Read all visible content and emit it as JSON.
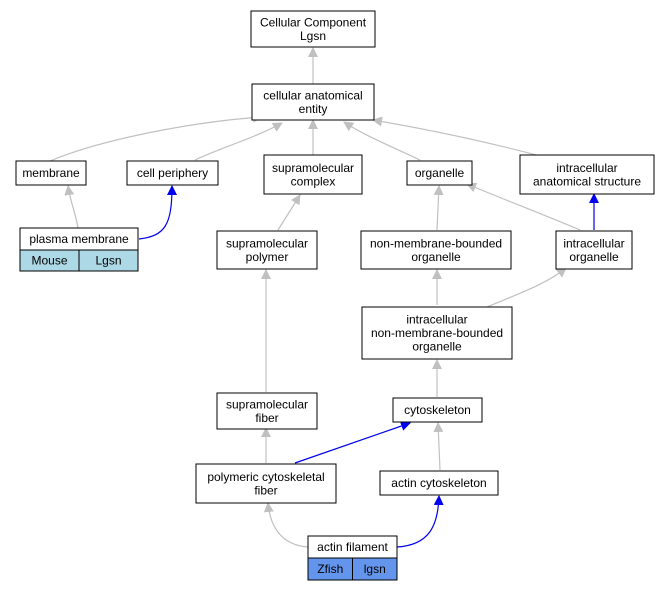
{
  "colors": {
    "gray_edge": "#c0c0c0",
    "blue_edge": "#0000ee",
    "mouse_cell": "#add8e6",
    "zfish_cell": "#6495ed"
  },
  "nodes": {
    "root": [
      "Cellular Component",
      "Lgsn"
    ],
    "anatomical": [
      "cellular anatomical",
      "entity"
    ],
    "membrane": [
      "membrane"
    ],
    "periphery": [
      "cell periphery"
    ],
    "supracomplex": [
      "supramolecular",
      "complex"
    ],
    "organelle": [
      "organelle"
    ],
    "intraanat": [
      "intracellular",
      "anatomical structure"
    ],
    "plasma": [
      "plasma membrane"
    ],
    "suprapolymer": [
      "supramolecular",
      "polymer"
    ],
    "nonmem": [
      "non-membrane-bounded",
      "organelle"
    ],
    "intraorg": [
      "intracellular",
      "organelle"
    ],
    "intranonmem": [
      "intracellular",
      "non-membrane-bounded",
      "organelle"
    ],
    "suprafiber": [
      "supramolecular",
      "fiber"
    ],
    "cytoskeleton": [
      "cytoskeleton"
    ],
    "polyfiber": [
      "polymeric cytoskeletal",
      "fiber"
    ],
    "actincyto": [
      "actin cytoskeleton"
    ],
    "actinfil": [
      "actin filament"
    ]
  },
  "annotations": {
    "plasma": [
      {
        "label": "Mouse",
        "color": "mouse_cell"
      },
      {
        "label": "Lgsn",
        "color": "mouse_cell"
      }
    ],
    "actinfil": [
      {
        "label": "Zfish",
        "color": "zfish_cell"
      },
      {
        "label": "lgsn",
        "color": "zfish_cell"
      }
    ]
  }
}
